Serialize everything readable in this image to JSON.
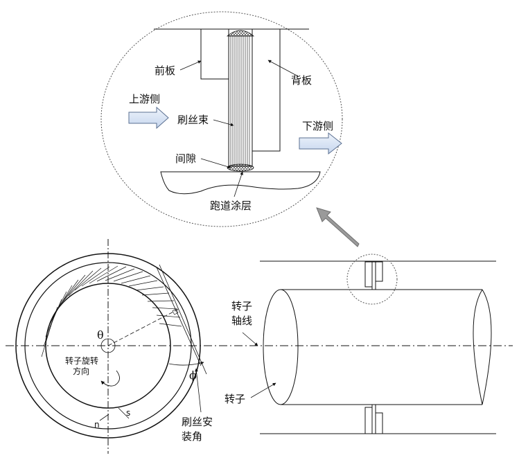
{
  "detail": {
    "front_plate": "前板",
    "back_plate": "背板",
    "upstream": "上游侧",
    "downstream": "下游侧",
    "bristle_pack": "刷丝束",
    "gap": "间隙",
    "runway_coating": "跑道涂层"
  },
  "rotor_view": {
    "rotor_axis": "转子\n轴线",
    "rotor": "转子"
  },
  "section_view": {
    "theta": "θ",
    "rotation_direction": "转子旋转\n方向",
    "phi": "ϕ",
    "s": "s",
    "n": "n",
    "brush_angle": "刷丝安\n装角"
  }
}
